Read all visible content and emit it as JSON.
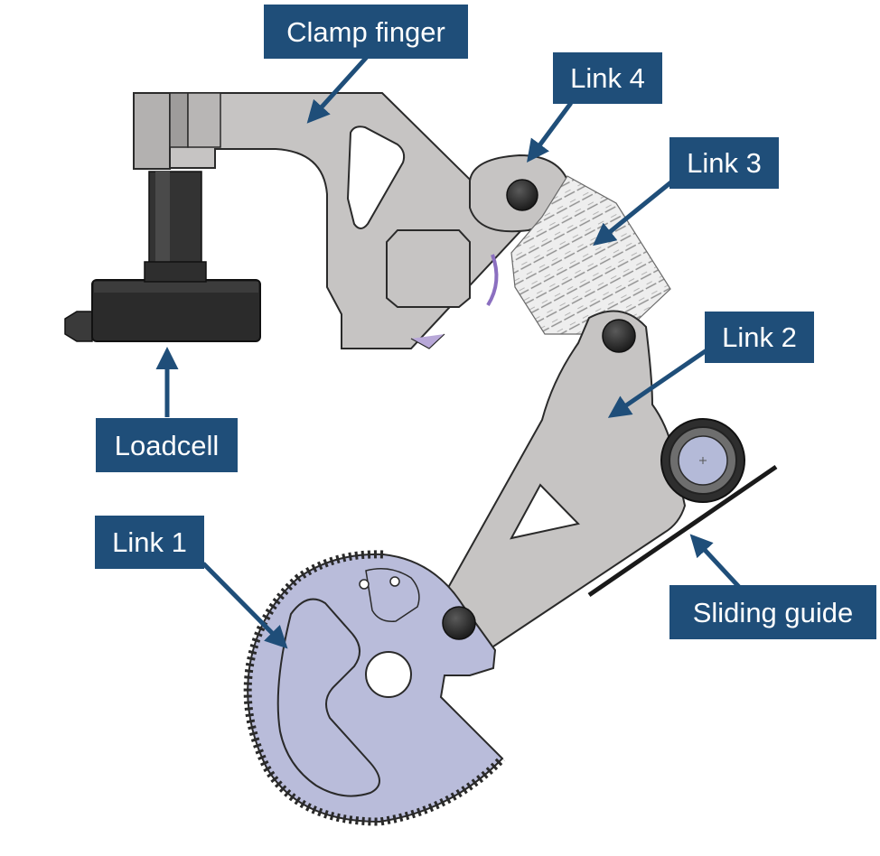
{
  "labels": {
    "clamp_finger": "Clamp finger",
    "link4": "Link 4",
    "link3": "Link 3",
    "link2": "Link 2",
    "loadcell": "Loadcell",
    "link1": "Link 1",
    "sliding_guide": "Sliding guide"
  },
  "colors": {
    "label_bg": "#1f4e79",
    "label_text": "#ffffff",
    "arrow": "#1f4e79",
    "metal": "#c6c4c3",
    "metal_dark": "#9e9c9b",
    "gear": "#b9bcda",
    "loadcell": "#2a2a2a",
    "guide": "#1a1a1a"
  }
}
